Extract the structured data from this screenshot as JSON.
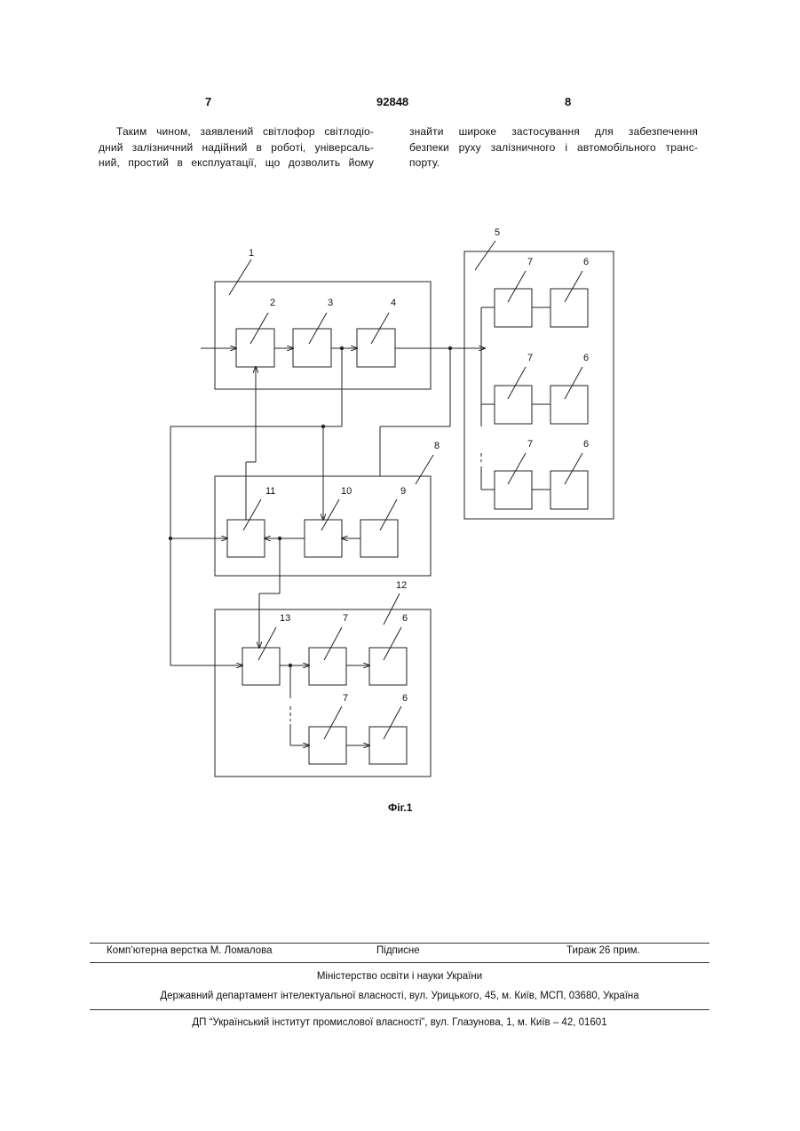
{
  "header": {
    "left_page": "7",
    "patent_number": "92848",
    "right_page": "8"
  },
  "body": {
    "col1": [
      "Таким чином, заявлений світлофор світлодіо-",
      "дний залізничний надійний в роботі, універсаль-",
      "ний, простий в експлуатації, що дозволить йому"
    ],
    "col2": [
      "знайти широке застосування для забезпечення",
      "безпеки руху залізничного і автомобільного транс-",
      "порту."
    ]
  },
  "figure": {
    "caption": "Фіг.1",
    "labels": {
      "l1": "1",
      "l2": "2",
      "l3": "3",
      "l4": "4",
      "l5": "5",
      "l7a": "7",
      "l6a": "6",
      "l7b": "7",
      "l6b": "6",
      "l7c": "7",
      "l6c": "6",
      "l8": "8",
      "l9": "9",
      "l10": "10",
      "l11": "11",
      "l12": "12",
      "l13": "13",
      "l7d": "7",
      "l6d": "6",
      "l7e": "7",
      "l6e": "6"
    }
  },
  "footer": {
    "typesetting": "Комп’ютерна верстка М. Ломалова",
    "signed": "Підписне",
    "circulation": "Тираж 26 прим.",
    "ministry": "Міністерство освіти і науки України",
    "department": "Державний департамент інтелектуальної власності, вул. Урицького, 45, м. Київ, МСП, 03680, Україна",
    "institute": "ДП “Український інститут промислової власності”, вул. Глазунова, 1, м. Київ – 42, 01601"
  }
}
